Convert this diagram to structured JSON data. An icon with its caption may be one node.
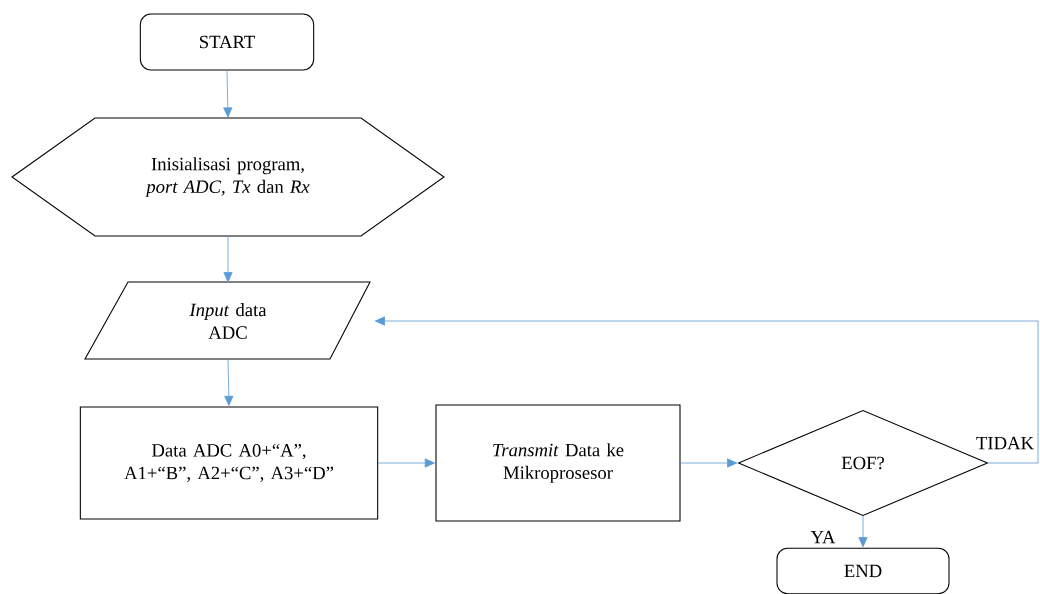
{
  "diagram": {
    "nodes": [
      {
        "text": [
          "START"
        ]
      },
      {
        "text": [
          "Inisialisasi program, *port ADC, Tx* dan *Rx*"
        ]
      },
      {
        "text": [
          "*Input* data ADC"
        ]
      },
      {
        "text": [
          "Data ADC A0+“A”, A1+“B”, A2+“C”, A3+“D”"
        ]
      },
      {
        "text": [
          "*Transmit* Data ke Mikroprosesor"
        ]
      },
      {
        "text": [
          "EOF?"
        ]
      },
      {
        "text": [
          "END"
        ]
      }
    ],
    "edges": [
      {
        "from": 0,
        "to": 1,
        "arrow": "to"
      },
      {
        "from": 1,
        "to": 2,
        "arrow": "to"
      },
      {
        "from": 2,
        "to": 3,
        "arrow": "to"
      },
      {
        "from": 3,
        "to": 4,
        "arrow": "to"
      },
      {
        "from": 4,
        "to": 5,
        "arrow": "to"
      },
      {
        "from": 5,
        "to": 6,
        "arrow": "to",
        "label": "YA"
      },
      {
        "from": 5,
        "to": 2,
        "arrow": "to",
        "label": "TIDAK"
      }
    ]
  }
}
